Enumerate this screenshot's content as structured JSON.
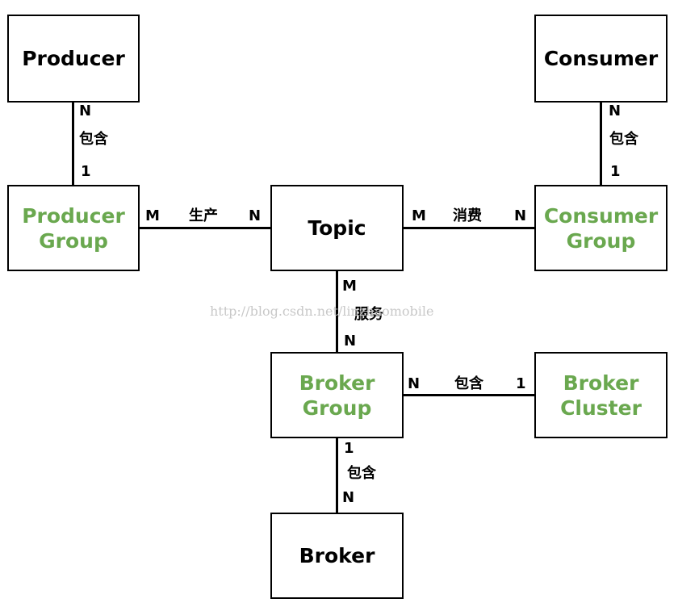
{
  "entities": {
    "producer": "Producer",
    "consumer": "Consumer",
    "producer_group": "Producer\nGroup",
    "topic": "Topic",
    "consumer_group": "Consumer\nGroup",
    "broker_group": "Broker\nGroup",
    "broker_cluster": "Broker\nCluster",
    "broker": "Broker"
  },
  "relations": {
    "producer_pg": {
      "top": "N",
      "name": "包含",
      "bottom": "1"
    },
    "consumer_cg": {
      "top": "N",
      "name": "包含",
      "bottom": "1"
    },
    "pg_topic": {
      "left": "M",
      "name": "生产",
      "right": "N"
    },
    "topic_cg": {
      "left": "M",
      "name": "消费",
      "right": "N"
    },
    "topic_bg": {
      "top": "M",
      "name": "服务",
      "bottom": "N"
    },
    "bg_bc": {
      "left": "N",
      "name": "包含",
      "right": "1"
    },
    "bg_broker": {
      "top": "1",
      "name": "包含",
      "bottom": "N"
    }
  },
  "watermark": "http://blog.csdn.net/linzhaomobile",
  "colors": {
    "black": "#000000",
    "green": "#6aa84f"
  }
}
